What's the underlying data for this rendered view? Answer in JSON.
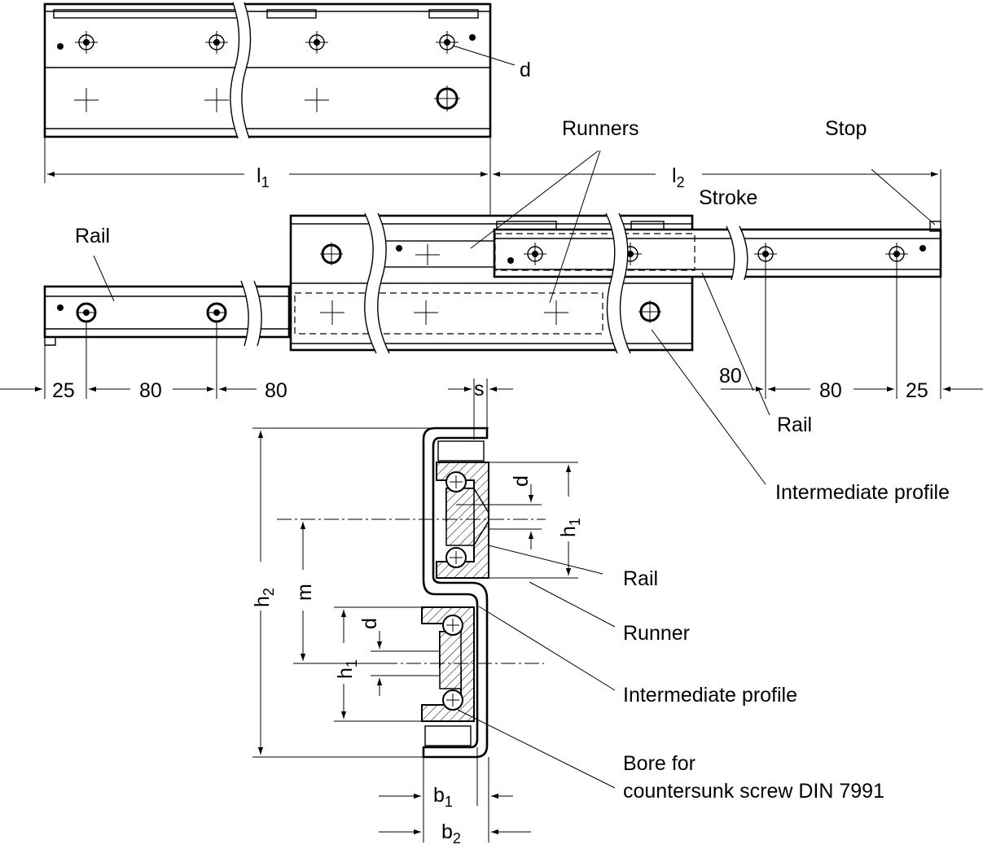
{
  "labels": {
    "runners": "Runners",
    "stop": "Stop",
    "stroke": "Stroke",
    "rail_left": "Rail",
    "rail_right": "Rail",
    "intermediate_profile_top": "Intermediate profile",
    "d_top": "d",
    "rail_section": "Rail",
    "runner_section": "Runner",
    "intermediate_profile_section": "Intermediate profile",
    "bore_line1": "Bore for",
    "bore_line2": "countersunk screw DIN 7991"
  },
  "dimensions": {
    "l1": "l",
    "l1_sub": "1",
    "l2": "l",
    "l2_sub": "2",
    "left_25": "25",
    "left_80a": "80",
    "left_80b": "80",
    "right_80a": "80",
    "right_80b": "80",
    "right_25": "25",
    "s": "s",
    "d_upper": "d",
    "h1_upper": "h",
    "h1_upper_sub": "1",
    "h2": "h",
    "h2_sub": "2",
    "m": "m",
    "d_lower": "d",
    "h1_lower": "h",
    "h1_lower_sub": "1",
    "b1": "b",
    "b1_sub": "1",
    "b2": "b",
    "b2_sub": "2"
  }
}
